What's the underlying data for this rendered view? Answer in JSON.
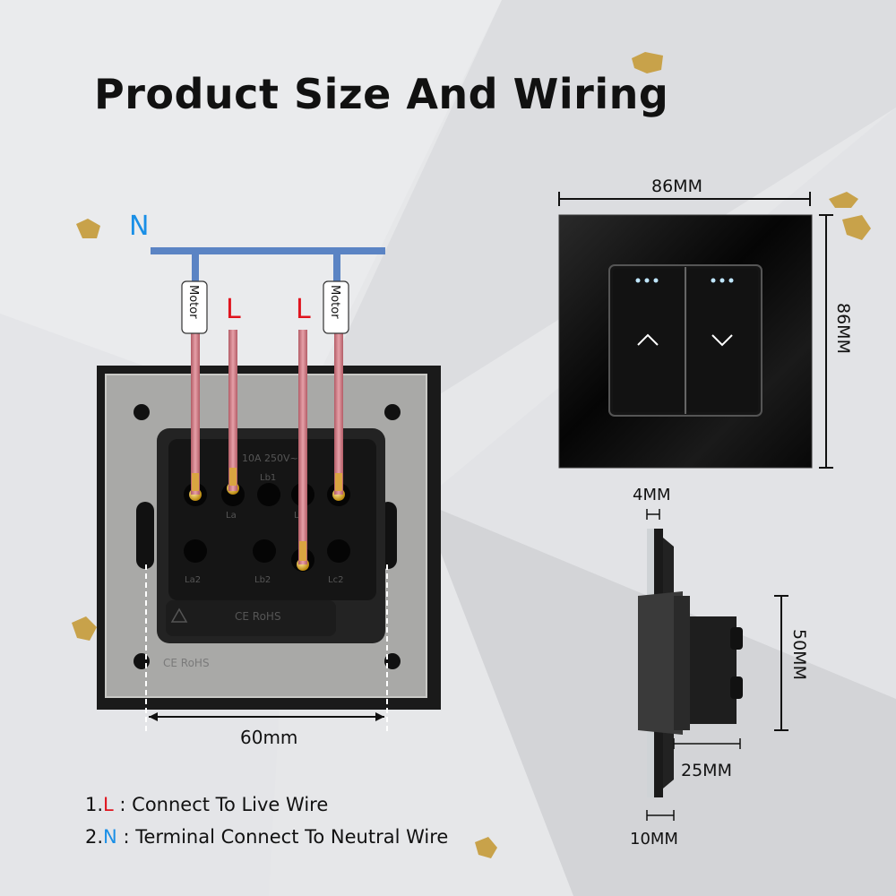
{
  "title": "Product Size And Wiring",
  "wiring": {
    "neutral_label": "N",
    "live_label_1": "L",
    "live_label_2": "L",
    "motor_label_1": "Motor",
    "motor_label_2": "Motor",
    "module_rating": "10A 250V~",
    "terminals": [
      "Lb1",
      "La",
      "Lb",
      "La2",
      "Lb2",
      "Lc2"
    ],
    "module_marks": "CE RoHS",
    "frame_marks": "CE RoHS",
    "width_label": "60mm"
  },
  "front_view": {
    "width_label": "86MM",
    "height_label": "86MM"
  },
  "side_view": {
    "glass_label": "4MM",
    "depth_label": "50MM",
    "body_label": "25MM",
    "panel_label": "10MM"
  },
  "notes": [
    {
      "num": "1.",
      "letter": "L",
      "text": " : Connect To Live Wire"
    },
    {
      "num": "2.",
      "letter": "N",
      "text": " : Terminal Connect To Neutral Wire"
    }
  ],
  "colors": {
    "background": "#e6e7e9",
    "wire_red": "#c9707a",
    "wire_blue": "#5b84c4",
    "live": "#e0141e",
    "neutral": "#1a8fe6",
    "panel": "#0b0b0b"
  }
}
